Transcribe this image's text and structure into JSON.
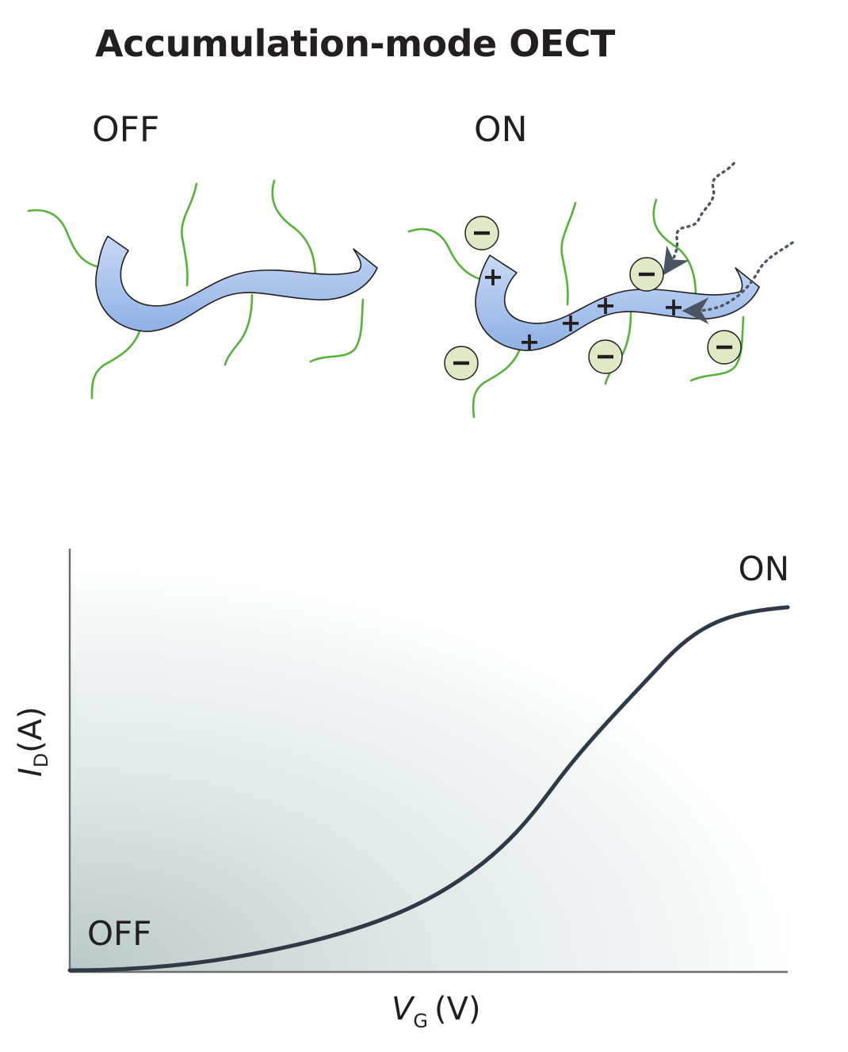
{
  "title": "Accumulation-mode OECT",
  "states": {
    "off_label": "OFF",
    "on_label": "ON"
  },
  "plot": {
    "y_axis": {
      "symbol": "I",
      "subscript": "D",
      "unit": "(A)"
    },
    "x_axis": {
      "symbol": "V",
      "subscript": "G",
      "unit": "(V)"
    },
    "on_label": "ON",
    "off_label": "OFF"
  },
  "colors": {
    "ribbon_fill": "#a9c3ec",
    "ribbon_stroke": "#231f20",
    "side_chain": "#58b13c",
    "anion_fill": "#e0e9c6",
    "curve": "#2e3b46",
    "axis": "#6d6e71",
    "gradient": "#b9c8c8"
  },
  "icons": {
    "anion": "minus-in-circle",
    "hole": "plus-sign",
    "ion-path": "dotted-arrow"
  }
}
